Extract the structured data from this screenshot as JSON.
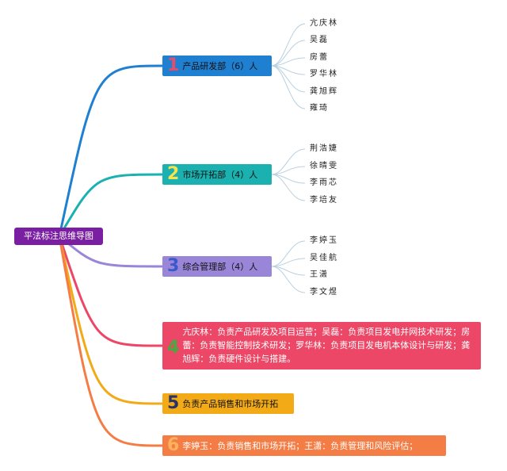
{
  "root": {
    "label": "平法标注思维导图",
    "color": "#7a1fa2"
  },
  "topics": [
    {
      "num": "1",
      "label": "产品研发部（6）人",
      "color": "#1f7fd0",
      "members": [
        "亢庆林",
        "吴磊",
        "房蕾",
        "罗华林",
        "龚旭辉",
        "雍琦"
      ]
    },
    {
      "num": "2",
      "label": "市场开拓部（4）人",
      "color": "#1ab1b0",
      "members": [
        "荆浩婕",
        "徐晴雯",
        "李雨芯",
        "李培友"
      ]
    },
    {
      "num": "3",
      "label": "综合管理部（4）人",
      "color": "#9a86d8",
      "members": [
        "李婷玉",
        "吴佳航",
        "王潇",
        "李文煜"
      ]
    },
    {
      "num": "4",
      "label": "亢庆林：负责产品研发及项目运营；吴磊：负责项目发电并网技术研发；房蕾：负责智能控制技术研发；罗华林：负责项目发电机本体设计与研发；龚旭辉：负责硬件设计与搭建。",
      "color": "#ec4766"
    },
    {
      "num": "5",
      "label": "负责产品销售和市场开拓",
      "color": "#f2aa17"
    },
    {
      "num": "6",
      "label": "李婷玉：负责销售和市场开拓；王潇：负责管理和风险评估；",
      "color": "#f47d45"
    }
  ]
}
